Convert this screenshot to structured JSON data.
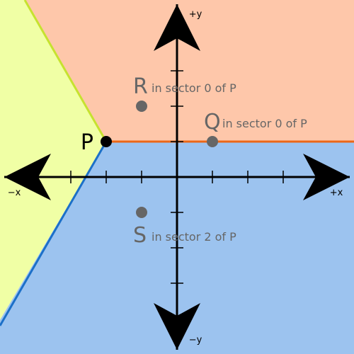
{
  "colors": {
    "sector0_fill": "#FEC7AA",
    "sector1_fill": "#F0FFA5",
    "sector2_fill": "#9CC3EF",
    "sector0_sector1_border": "#C6E22F",
    "sector0_sector2_border": "#EB6717",
    "sector1_sector2_border": "#1C70C8",
    "axis": "#000000",
    "origin_point": "#000000",
    "sample_point": "#666666",
    "sample_text": "#666666"
  },
  "axes": {
    "x_pos_label": "+x",
    "x_neg_label": "−x",
    "y_pos_label": "+y",
    "y_neg_label": "−y"
  },
  "origin_point": {
    "name": "P",
    "x": -2,
    "y": 1
  },
  "sample_points": [
    {
      "name": "R",
      "note": "in sector 0 of P",
      "x": -1,
      "y": 2
    },
    {
      "name": "Q",
      "note": "in sector 0 of P",
      "x": 1,
      "y": 1
    },
    {
      "name": "S",
      "note": "in sector 2 of P",
      "x": -1,
      "y": -1
    }
  ]
}
